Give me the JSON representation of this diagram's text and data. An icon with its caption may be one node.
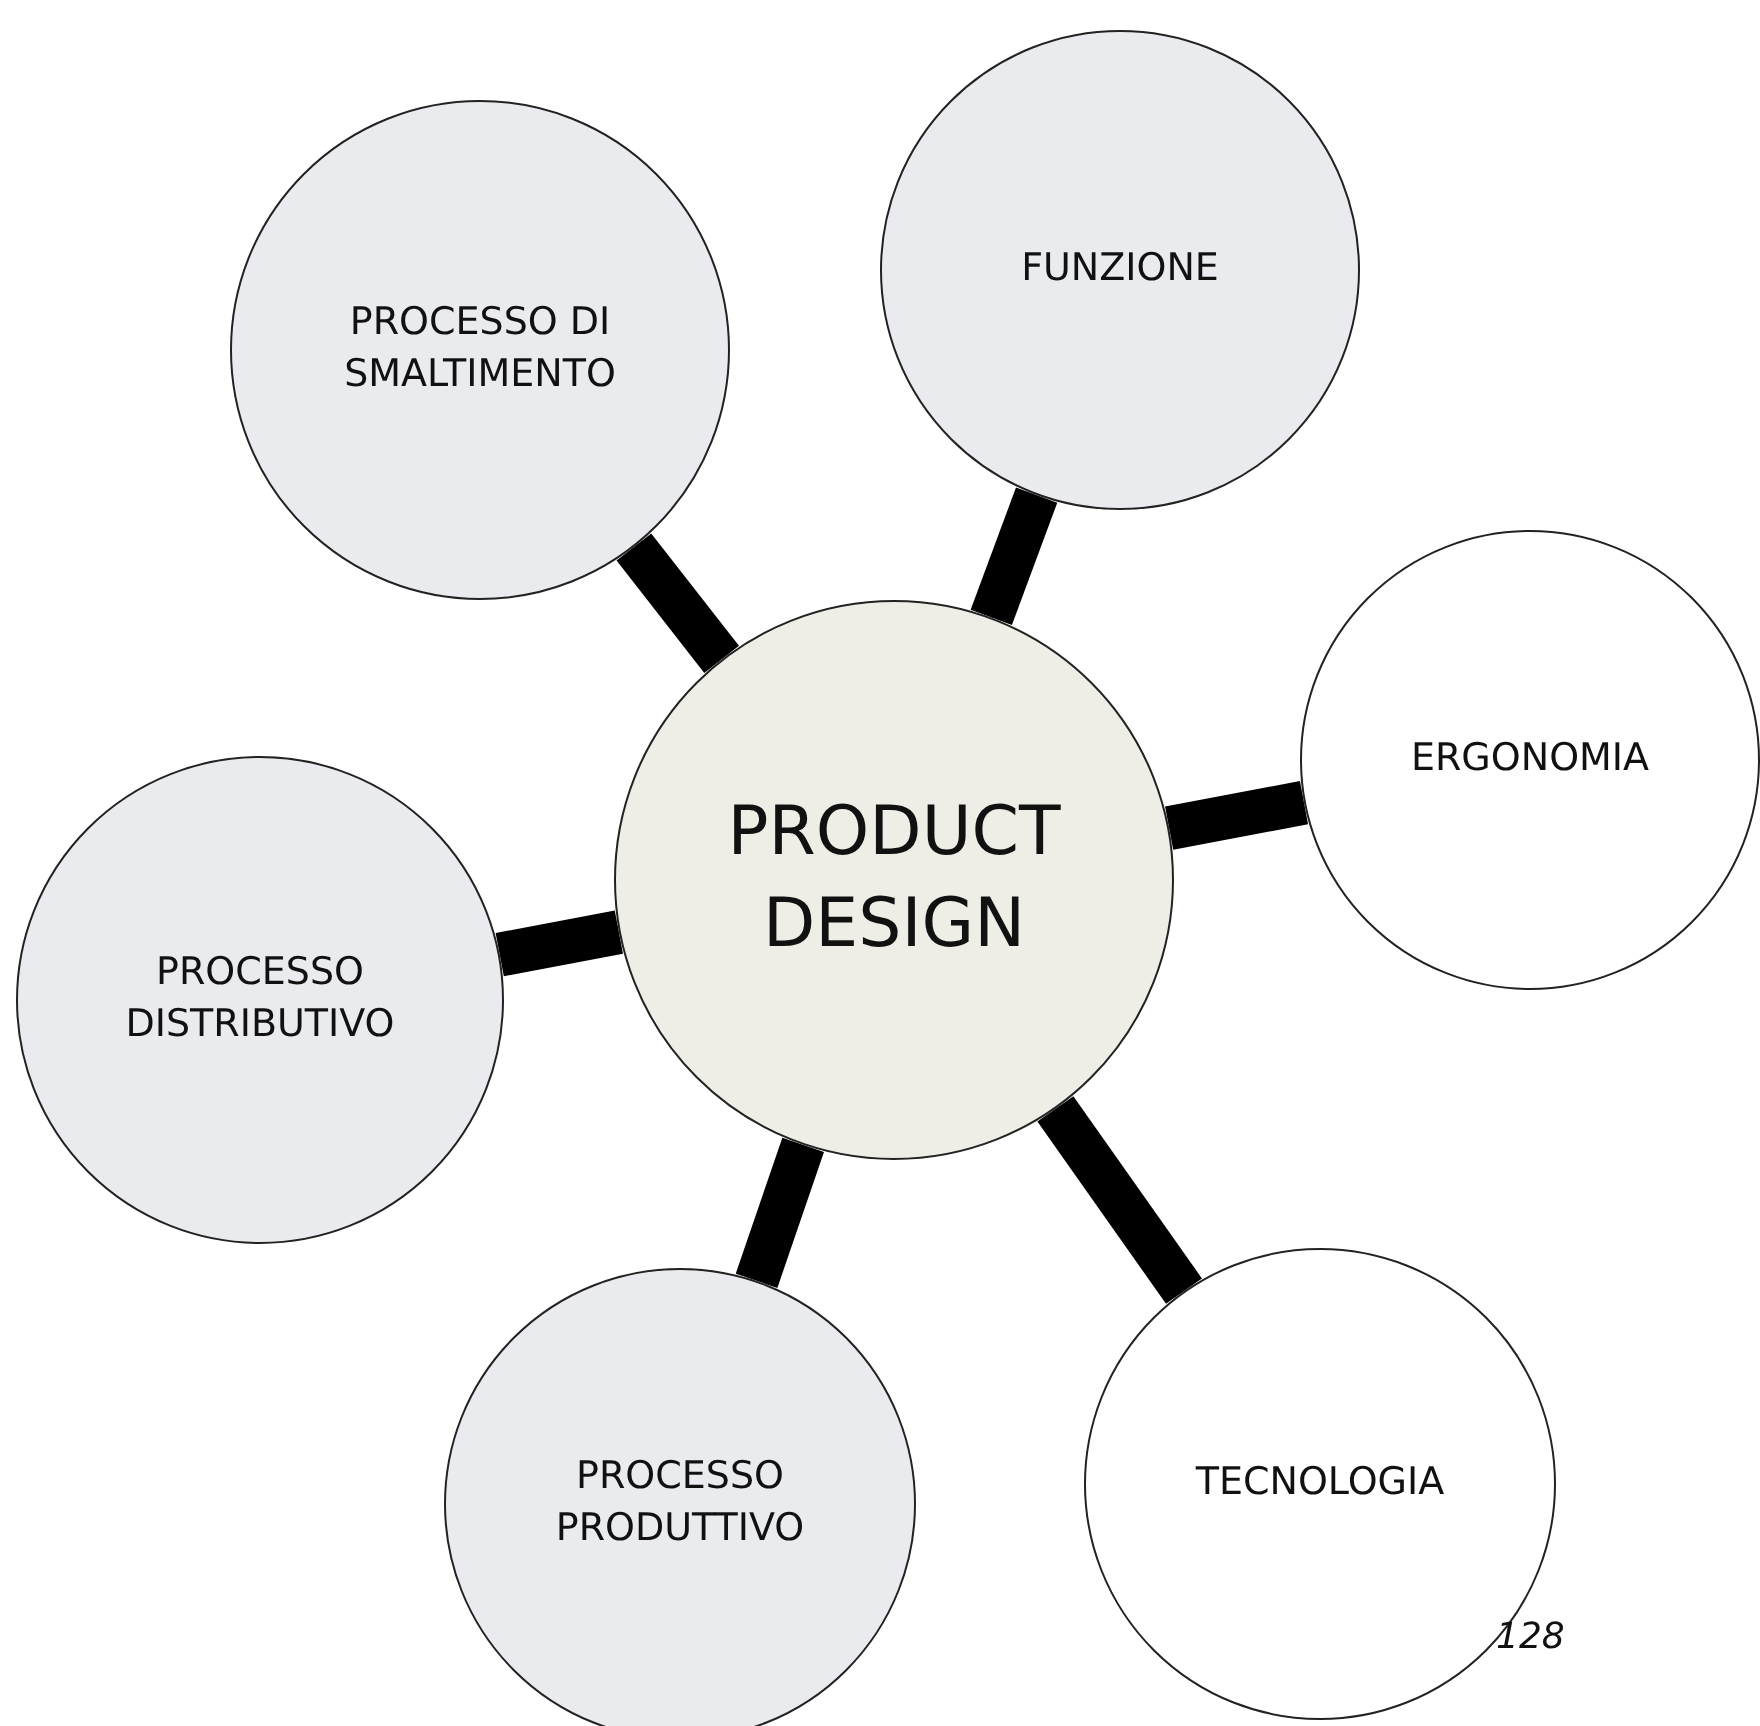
{
  "diagram": {
    "nodes": [
      {
        "text": [
          "PRODUCT DESIGN"
        ]
      },
      {
        "text": [
          "FUNZIONE"
        ]
      },
      {
        "text": [
          "PROCESSO DI SMALTIMENTO"
        ]
      },
      {
        "text": [
          "ERGONOMIA"
        ]
      },
      {
        "text": [
          "PROCESSO DISTRIBUTIVO"
        ]
      },
      {
        "text": [
          "TECNOLOGIA"
        ]
      },
      {
        "text": [
          "PROCESSO PRODUTTIVO"
        ]
      }
    ],
    "edges": [
      {
        "from": 0,
        "to": 1,
        "arrow": "none"
      },
      {
        "from": 0,
        "to": 2,
        "arrow": "none"
      },
      {
        "from": 0,
        "to": 3,
        "arrow": "none"
      },
      {
        "from": 0,
        "to": 4,
        "arrow": "none"
      },
      {
        "from": 0,
        "to": 5,
        "arrow": "none"
      },
      {
        "from": 0,
        "to": 6,
        "arrow": "none"
      }
    ],
    "labels": [
      "128"
    ]
  }
}
